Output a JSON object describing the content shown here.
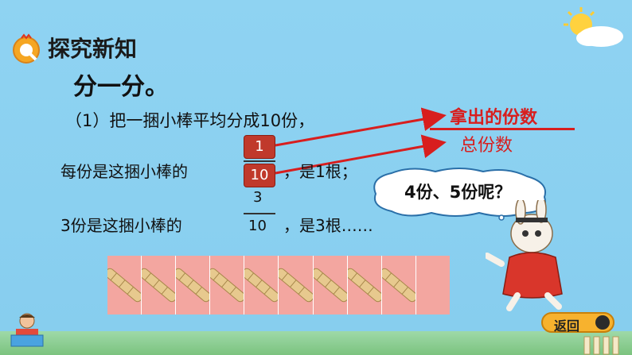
{
  "section_title": "探究新知",
  "heading": "分一分。",
  "line1": "（1）把一捆小棒平均分成10份，",
  "fraction_legend": {
    "numerator_label": "拿出的份数",
    "denominator_label": "总份数"
  },
  "row1": {
    "before": "每份是这捆小棒的",
    "numerator": "1",
    "denominator": "10",
    "after": "，是1根；"
  },
  "row2": {
    "before": "3份是这捆小棒的",
    "numerator": "3",
    "denominator": "10",
    "after": "，是3根……"
  },
  "bubble": "4份、5份呢？",
  "strip": {
    "total_cells": 10,
    "filled_cells": 9
  },
  "nav": {
    "return_label": "返回"
  },
  "colors": {
    "accent": "#d81e1e",
    "box": "#c0392b",
    "strip": "#f3a6a0",
    "button": "#f7b22e"
  }
}
